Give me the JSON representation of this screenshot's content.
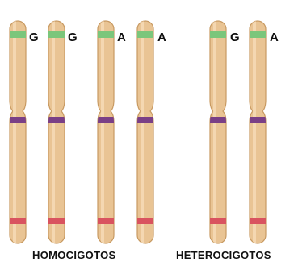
{
  "colors": {
    "chromosome_body": "#e9c494",
    "chromosome_outline": "#c89a62",
    "chromosome_highlight": "#f6dcb8",
    "band_top": "#7bc67b",
    "band_middle": "#7a3f86",
    "band_bottom": "#d9535f"
  },
  "chromosomes": [
    {
      "id": "c1",
      "allele": "G"
    },
    {
      "id": "c2",
      "allele": "G"
    },
    {
      "id": "c3",
      "allele": "A"
    },
    {
      "id": "c4",
      "allele": "A"
    },
    {
      "id": "c5",
      "allele": "G"
    },
    {
      "id": "c6",
      "allele": "A"
    }
  ],
  "labels": {
    "homozygous": "HOMOCIGOTOS",
    "heterozygous": "HETEROCIGOTOS"
  }
}
